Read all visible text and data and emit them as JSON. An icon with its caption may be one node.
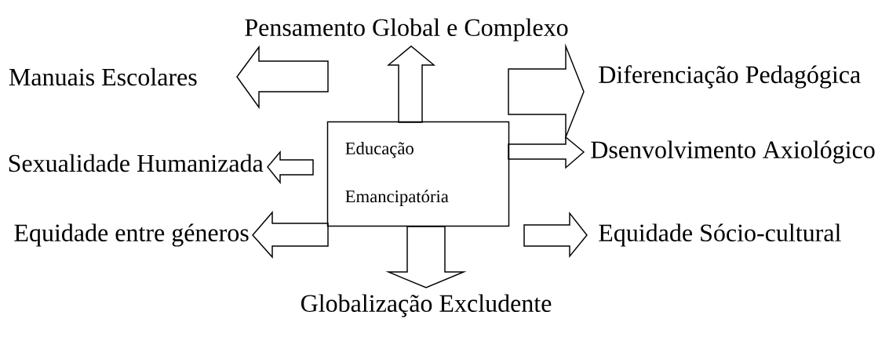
{
  "diagram": {
    "nodes": [
      {
        "text": [
          "Educação Emancipatória"
        ]
      },
      {
        "text": [
          "Pensamento Global e Complexo"
        ]
      },
      {
        "text": [
          "Manuais Escolares"
        ]
      },
      {
        "text": [
          "Diferenciação Pedagógica"
        ]
      },
      {
        "text": [
          "Sexualidade Humanizada"
        ]
      },
      {
        "text": [
          "Dsenvolvimento Axiológico"
        ]
      },
      {
        "text": [
          "Equidade entre géneros"
        ]
      },
      {
        "text": [
          "Equidade Sócio-cultural"
        ]
      },
      {
        "text": [
          "Globalização Excludente"
        ]
      }
    ],
    "edges": [
      {
        "from": 0,
        "to": 1,
        "arrow": "to"
      },
      {
        "from": 0,
        "to": 2,
        "arrow": "to"
      },
      {
        "from": 0,
        "to": 3,
        "arrow": "to"
      },
      {
        "from": 0,
        "to": 5,
        "arrow": "to"
      },
      {
        "from": 0,
        "to": 4,
        "arrow": "to"
      },
      {
        "from": 0,
        "to": 6,
        "arrow": "to"
      },
      {
        "from": 0,
        "to": 7,
        "arrow": "to"
      },
      {
        "from": 0,
        "to": 8,
        "arrow": "to"
      }
    ]
  }
}
